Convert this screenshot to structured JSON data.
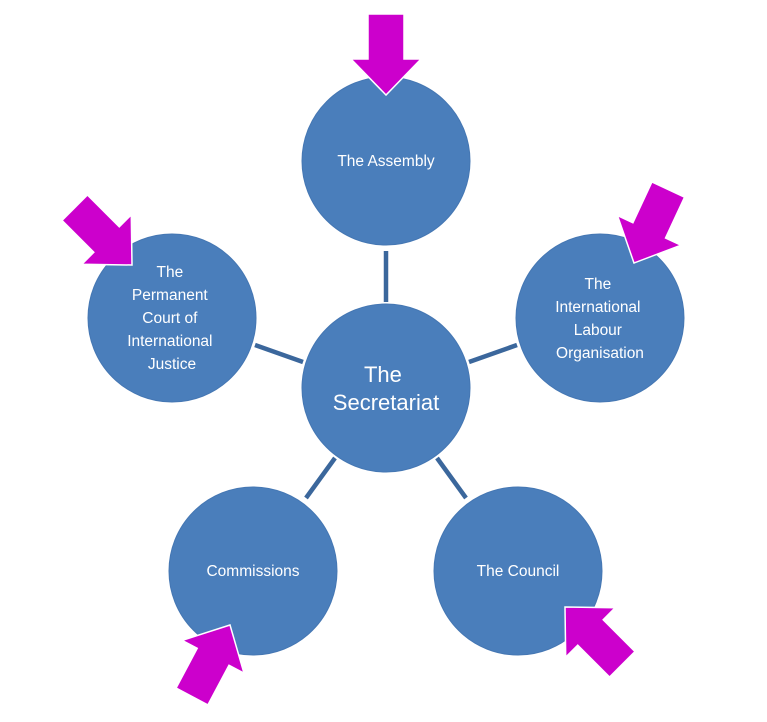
{
  "diagram": {
    "colors": {
      "node_fill": "#4a7ebb",
      "node_edge": "#4577b3",
      "connector": "#3b679c",
      "arrow": "#cc00cc",
      "label": "#ffffff"
    },
    "center": {
      "id": "secretariat",
      "lines": [
        "The",
        "Secretariat"
      ]
    },
    "nodes": [
      {
        "id": "assembly",
        "lines": [
          "The Assembly"
        ],
        "highlighted": true
      },
      {
        "id": "ilo",
        "lines": [
          "The",
          "International",
          "Labour",
          "Organisation"
        ],
        "highlighted": true
      },
      {
        "id": "council",
        "lines": [
          "The Council"
        ],
        "highlighted": true
      },
      {
        "id": "commissions",
        "lines": [
          "Commissions"
        ],
        "highlighted": true
      },
      {
        "id": "pcij",
        "lines": [
          "The",
          "Permanent",
          "Court of",
          "International",
          "Justice"
        ],
        "highlighted": true
      }
    ]
  }
}
